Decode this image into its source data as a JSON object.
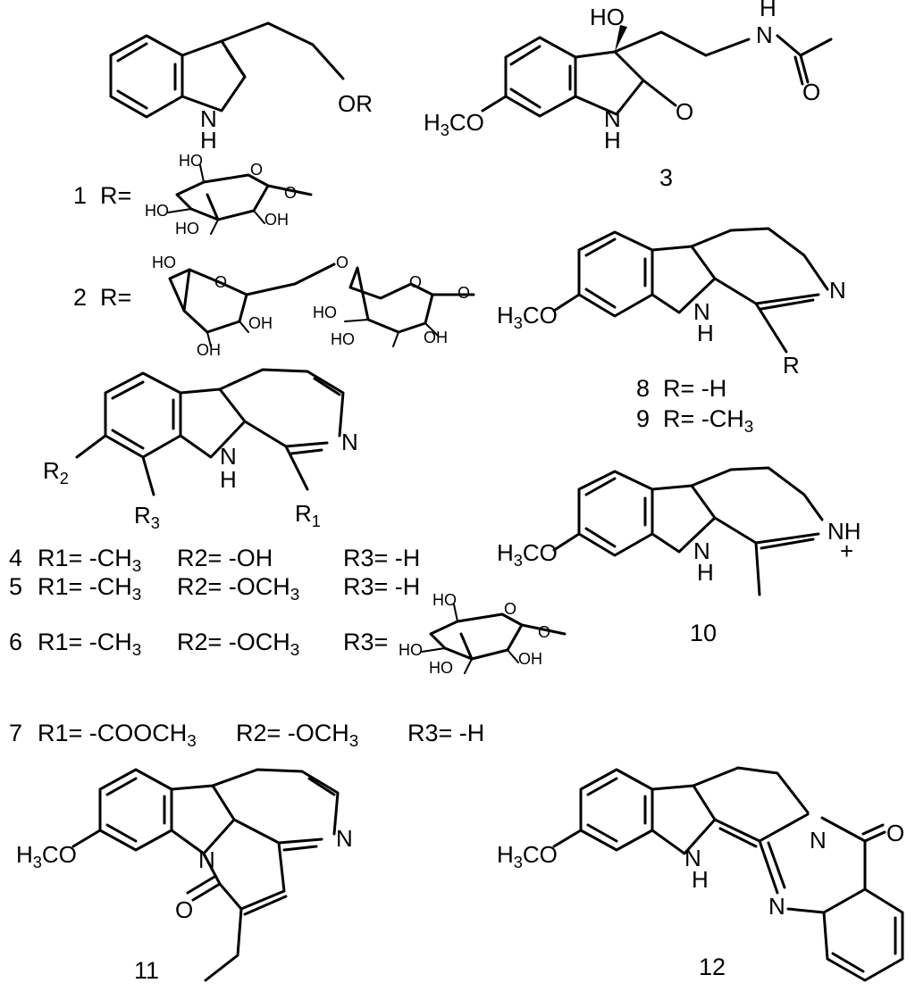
{
  "atoms": {
    "OR": "OR",
    "NH": "N",
    "H": "H",
    "HO": "HO",
    "N": "N",
    "O": "O",
    "H3CO_H3C": "H",
    "H3CO_3": "3",
    "H3CO_O": "CO",
    "OH": "OH",
    "CH3": "CH",
    "sub3": "3",
    "R": "R",
    "R2": "R",
    "R3": "R",
    "R1": "R",
    "s1": "1",
    "s2": "2",
    "s3": "3",
    "plus": "+",
    "NH_plus": "NH",
    "dash": "—"
  },
  "compounds": {
    "c1": {
      "label": "1",
      "r": "R="
    },
    "c2": {
      "label": "2",
      "r": "R="
    },
    "c3": {
      "label": "3"
    },
    "c4": {
      "label": "4",
      "r1": "R1= -CH",
      "r1s": "3",
      "r2": "R2= -OH",
      "r3": "R3= -H"
    },
    "c5": {
      "label": "5",
      "r1": "R1= -CH",
      "r1s": "3",
      "r2": "R2= -OCH",
      "r2s": "3",
      "r3": "R3= -H"
    },
    "c6": {
      "label": "6",
      "r1": "R1= -CH",
      "r1s": "3",
      "r2": "R2= -OCH",
      "r2s": "3",
      "r3": "R3="
    },
    "c7": {
      "label": "7",
      "r1": "R1= -COOCH",
      "r1s": "3",
      "r2": "R2= -OCH",
      "r2s": "3",
      "r3": "R3= -H"
    },
    "c8": {
      "label": "8",
      "r": "R= -H"
    },
    "c9": {
      "label": "9",
      "r": "R= -CH",
      "rs": "3"
    },
    "c10": {
      "label": "10"
    },
    "c11": {
      "label": "11"
    },
    "c12": {
      "label": "12"
    }
  }
}
